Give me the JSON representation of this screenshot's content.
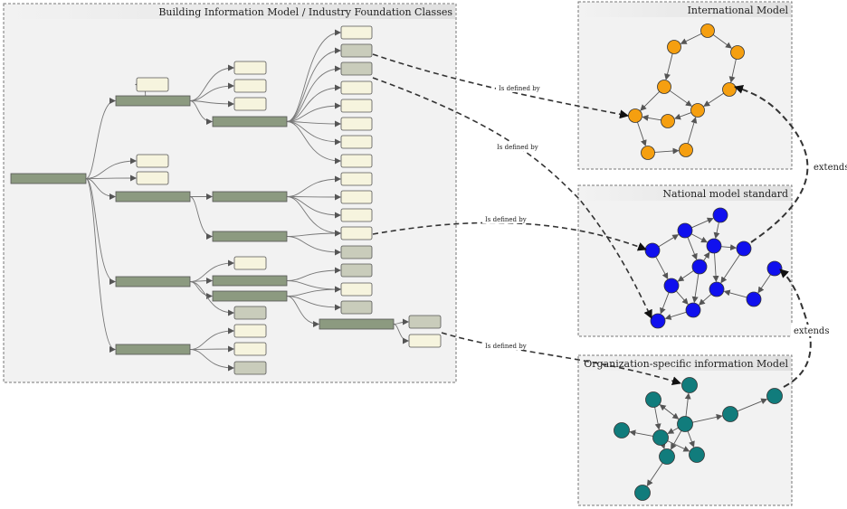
{
  "panels": {
    "bim": {
      "title": "Building Information Model / Industry Foundation Classes"
    },
    "international": {
      "title": "International Model"
    },
    "national": {
      "title": "National model standard"
    },
    "organization": {
      "title": "Organization-specific information Model"
    }
  },
  "labels": {
    "defined_by_1": "Is defined by",
    "defined_by_2": "Is defined by",
    "defined_by_3": "Is defined by",
    "defined_by_4": "Is defined by",
    "extends_1": "extends",
    "extends_2": "extends"
  },
  "colors": {
    "international_node": "#f59f10",
    "national_node": "#1010ee",
    "organization_node": "#117c7c",
    "tree_node_dark": "#8c9a80",
    "tree_leaf_light": "#f6f4de",
    "tree_leaf_grey": "#c9ccbb",
    "panel_bg": "#f2f2f2"
  }
}
